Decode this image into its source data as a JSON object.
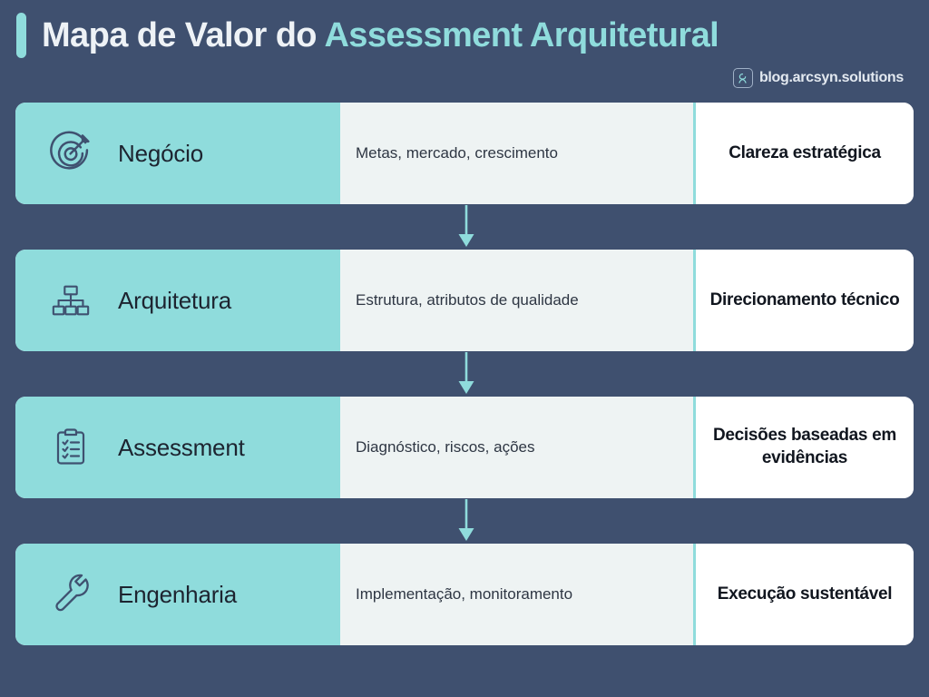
{
  "header": {
    "title_part_1": "Mapa de Valor do ",
    "title_part_2": "Assessment Arquitetural",
    "watermark_text": "blog.arcsyn.solutions",
    "accent_color": "#8fdcdc",
    "title_color": "#eef2f6",
    "background_color": "#3f506f"
  },
  "rows": [
    {
      "icon": "target-icon",
      "label": "Negócio",
      "description": "Metas, mercado, crescimento",
      "result": "Clareza estratégica"
    },
    {
      "icon": "hierarchy-icon",
      "label": "Arquitetura",
      "description": "Estrutura, atributos de qualidade",
      "result": "Direcionamento técnico"
    },
    {
      "icon": "clipboard-check-icon",
      "label": "Assessment",
      "description": "Diagnóstico, riscos, ações",
      "result": "Decisões baseadas em evidências"
    },
    {
      "icon": "wrench-icon",
      "label": "Engenharia",
      "description": "Implementação, monitoramento",
      "result": "Execução sustentável"
    }
  ],
  "connectors": {
    "count": 3,
    "color": "#8fdcdc",
    "direction": "down"
  }
}
